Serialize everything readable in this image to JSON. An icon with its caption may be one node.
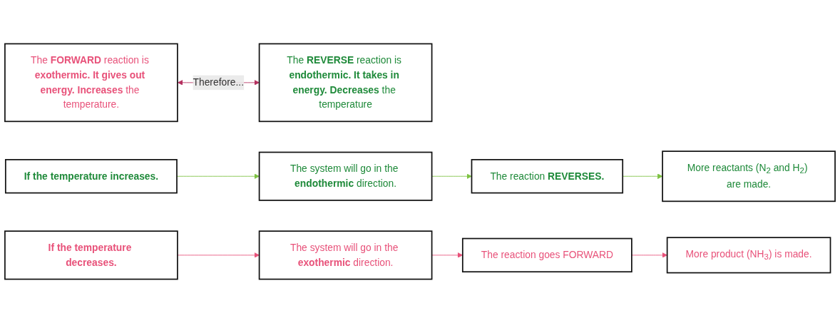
{
  "diagram": {
    "nodes": [
      {
        "text": [
          "The **FORWARD** reaction is **exothermic. It gives out energy.** **Increases** the temperature."
        ]
      },
      {
        "text": [
          "The **REVERSE** reaction is **endothermic. It takes in energy.** **Decreases** the temperature"
        ]
      },
      {
        "text": [
          "If the temperature increases."
        ]
      },
      {
        "text": [
          "The system will go in the **endothermic** direction."
        ]
      },
      {
        "text": [
          "The reaction **REVERSES.**"
        ]
      },
      {
        "text": [
          "More reactants (N$_{2}$ and H$_{2}$) are made."
        ]
      },
      {
        "text": [
          "If the temperature decreases."
        ]
      },
      {
        "text": [
          "The system will go in the **exothermic** direction."
        ]
      },
      {
        "text": [
          "The reaction goes FORWARD"
        ]
      },
      {
        "text": [
          "More product (NH$_{3}$) is made."
        ]
      }
    ],
    "edges": [
      {
        "from": 0,
        "to": 1,
        "arrow": "both",
        "label": "Therefore...",
        "color": "#b5305f"
      },
      {
        "from": 2,
        "to": 3,
        "arrow": "to",
        "color": "#7dc242"
      },
      {
        "from": 3,
        "to": 4,
        "arrow": "to",
        "color": "#7dc242"
      },
      {
        "from": 4,
        "to": 5,
        "arrow": "to",
        "color": "#7dc242"
      },
      {
        "from": 6,
        "to": 7,
        "arrow": "to",
        "color": "#e8527a"
      },
      {
        "from": 7,
        "to": 8,
        "arrow": "to",
        "color": "#e8527a"
      },
      {
        "from": 8,
        "to": 9,
        "arrow": "to",
        "color": "#e8527a"
      }
    ]
  }
}
